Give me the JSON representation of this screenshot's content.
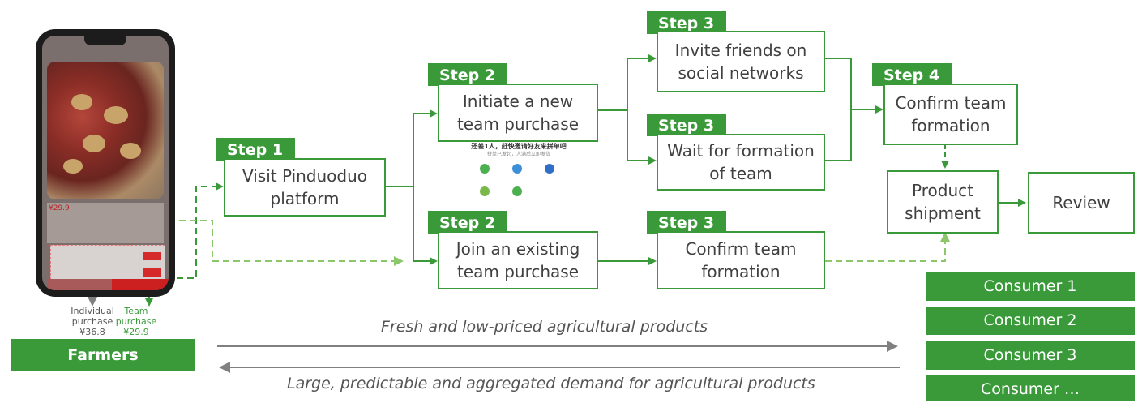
{
  "steps": {
    "step1": {
      "tag": "Step 1",
      "text": "Visit Pinduoduo platform"
    },
    "step2_new": {
      "tag": "Step 2",
      "text": "Initiate a new team purchase"
    },
    "step2_join": {
      "tag": "Step 2",
      "text": "Join an existing team purchase"
    },
    "step3_invite": {
      "tag": "Step 3",
      "text": "Invite friends on social networks"
    },
    "step3_wait": {
      "tag": "Step 3",
      "text": "Wait for formation of team"
    },
    "step3_confirm": {
      "tag": "Step 3",
      "text": "Confirm team formation"
    },
    "step4": {
      "tag": "Step 4",
      "text": "Confirm team formation"
    }
  },
  "shipment": "Product shipment",
  "review": "Review",
  "consumers": [
    "Consumer 1",
    "Consumer 2",
    "Consumer 3",
    "Consumer …"
  ],
  "farmers": "Farmers",
  "flows": {
    "to_consumers": "Fresh and low-priced agricultural products",
    "to_farmers": "Large, predictable and aggregated demand for agricultural products"
  },
  "purchase_options": {
    "individual": {
      "line1": "Individual",
      "line2": "purchase",
      "price": "¥36.8"
    },
    "team": {
      "line1": "Team",
      "line2": "purchase",
      "price": "¥29.9"
    }
  },
  "colors": {
    "green": "#3a9a3a",
    "light_green": "#8cc66a",
    "gray_arrow": "#808080",
    "price_gray": "#555555",
    "price_green": "#3a9a3a"
  },
  "share_panel": {
    "header": "还差1人，赶快邀请好友来拼单吧",
    "sub": "拼单已发起，人满后立即发货"
  }
}
